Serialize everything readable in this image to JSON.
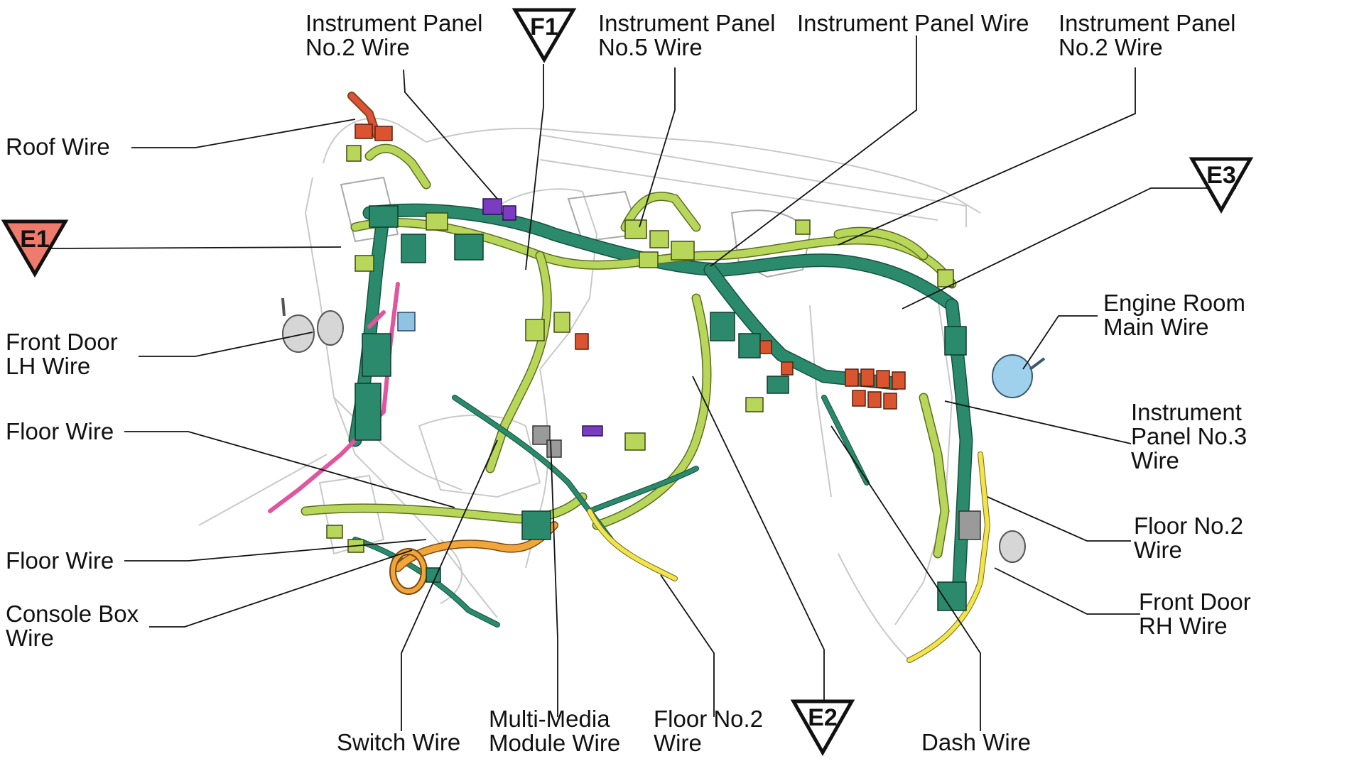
{
  "labels": {
    "roof_wire": [
      "Roof Wire"
    ],
    "ip_no2_wire_left": [
      "Instrument Panel",
      "No.2 Wire"
    ],
    "ip_no5_wire": [
      "Instrument Panel",
      "No.5 Wire"
    ],
    "ip_wire": [
      "Instrument Panel Wire"
    ],
    "ip_no2_wire_right": [
      "Instrument Panel",
      "No.2 Wire"
    ],
    "front_door_lh_wire": [
      "Front Door",
      "LH Wire"
    ],
    "floor_wire_upper": [
      "Floor Wire"
    ],
    "floor_wire_lower": [
      "Floor Wire"
    ],
    "console_box_wire": [
      "Console Box",
      "Wire"
    ],
    "switch_wire": [
      "Switch Wire"
    ],
    "multi_media_module_wire": [
      "Multi-Media",
      "Module Wire"
    ],
    "floor_no2_wire_bottom": [
      "Floor No.2",
      "Wire"
    ],
    "dash_wire": [
      "Dash Wire"
    ],
    "engine_room_main_wire": [
      "Engine Room",
      "Main Wire"
    ],
    "ip_no3_wire": [
      "Instrument",
      "Panel No.3",
      "Wire"
    ],
    "floor_no2_wire_right": [
      "Floor No.2",
      "Wire"
    ],
    "front_door_rh_wire": [
      "Front Door",
      "RH Wire"
    ]
  },
  "ground_points": [
    {
      "id": "E1",
      "label": "E1",
      "color": "#ef7b6c"
    },
    {
      "id": "F1",
      "label": "F1",
      "color": "#ffffff"
    },
    {
      "id": "E3",
      "label": "E3",
      "color": "#ffffff"
    },
    {
      "id": "E2",
      "label": "E2",
      "color": "#ffffff"
    }
  ],
  "colors": {
    "harness_dark_green": "#2a8a6b",
    "harness_lime": "#b8d65a",
    "harness_pink": "#e0559e",
    "harness_yellow": "#f2e44a",
    "harness_orange": "#f2a53a",
    "connector_red": "#d9542f",
    "connector_purple": "#7a3cc0",
    "connector_blue": "#8fc3e3",
    "ground_e1_fill": "#ef7b6c"
  }
}
